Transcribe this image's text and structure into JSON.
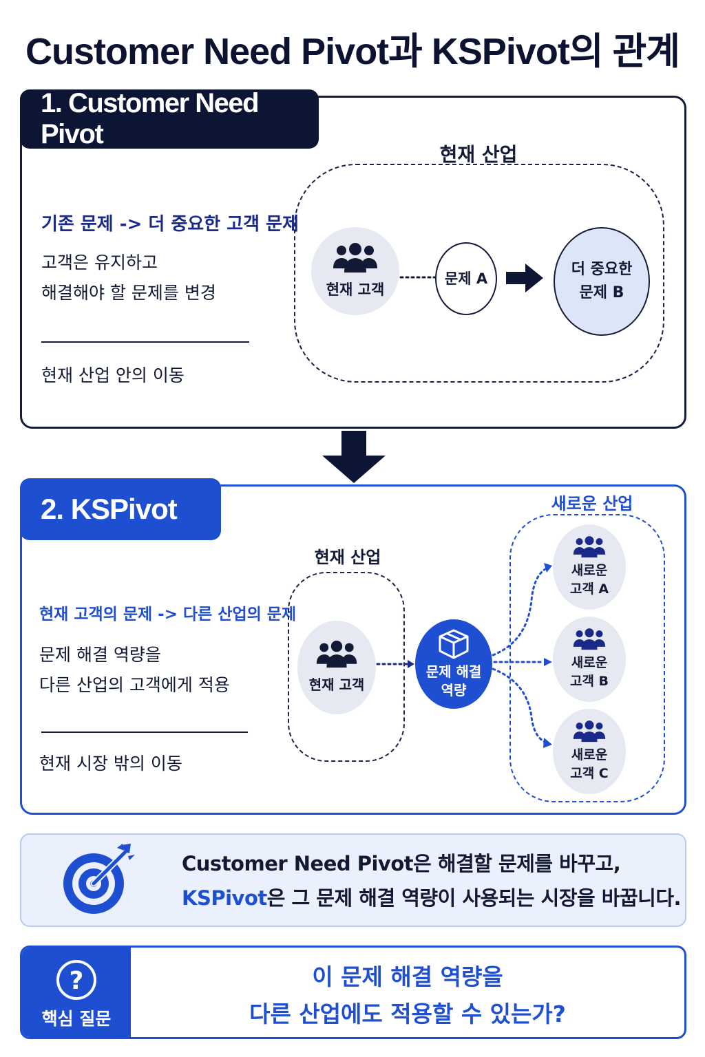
{
  "title": "Customer Need Pivot과 KSPivot의 관계",
  "section1": {
    "tag": "1. Customer Need Pivot",
    "industry_label": "현재 산업",
    "headline": "기존 문제 -> 더 중요한 고객 문제",
    "desc_line1": "고객은 유지하고",
    "desc_line2": "해결해야 할 문제를 변경",
    "footer": "현재 산업 안의 이동",
    "customer_label": "현재 고객",
    "problem_a": "문제 A",
    "problem_b_line1": "더 중요한",
    "problem_b_line2": "문제 B"
  },
  "section2": {
    "tag": "2. KSPivot",
    "current_industry_label": "현재 산업",
    "new_industry_label": "새로운 산업",
    "headline": "현재 고객의 문제 -> 다른 산업의 문제",
    "desc_line1": "문제 해결 역량을",
    "desc_line2": "다른 산업의 고객에게 적용",
    "footer": "현재 시장 밖의 이동",
    "customer_label": "현재 고객",
    "capability_line1": "문제 해결",
    "capability_line2": "역량",
    "new_customers": [
      {
        "line1": "새로운",
        "line2": "고객 A"
      },
      {
        "line1": "새로운",
        "line2": "고객 B"
      },
      {
        "line1": "새로운",
        "line2": "고객 C"
      }
    ]
  },
  "summary": {
    "line1": "Customer Need Pivot은 해결할 문제를 바꾸고,",
    "line2_highlight": "KSPivot",
    "line2_rest": "은 그 문제 해결 역량이 사용되는 시장을 바꿉니다."
  },
  "question": {
    "badge": "핵심 질문",
    "line1": "이 문제 해결 역량을",
    "line2": "다른 산업에도 적용할 수 있는가?"
  },
  "icons": [
    "people-icon",
    "arrow-right-icon",
    "arrow-down-icon",
    "box-icon",
    "target-icon",
    "question-icon"
  ],
  "colors": {
    "navy": "#0c1634",
    "blue": "#1f4fd1",
    "light_blue": "#dde5f8",
    "gray": "#e6e9f1"
  }
}
